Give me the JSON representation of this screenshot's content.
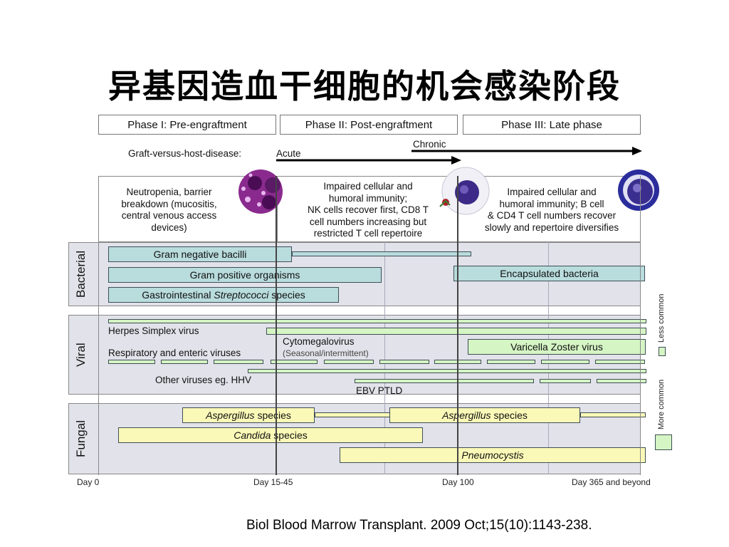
{
  "slide": {
    "title": "异基因造血干细胞的机会感染阶段",
    "citation": "Biol Blood Marrow Transplant. 2009 Oct;15(10):1143-238."
  },
  "figure": {
    "phases": [
      "Phase I: Pre-engraftment",
      "Phase II: Post-engraftment",
      "Phase III: Late phase"
    ],
    "gvhd": {
      "label": "Graft-versus-host-disease:",
      "acute": "Acute",
      "chronic": "Chronic"
    },
    "phase_descriptions": [
      [
        "Neutropenia, barrier",
        "breakdown (mucositis,",
        "central venous access",
        "devices)"
      ],
      [
        "Impaired cellular and",
        "humoral immunity;",
        "NK cells recover first, CD8 T",
        "cell numbers increasing but",
        "restricted T cell repertoire"
      ],
      [
        "Impaired cellular and",
        "humoral immunity; B cell",
        "& CD4 T cell numbers recover",
        "slowly and repertoire diversifies"
      ]
    ],
    "groups": {
      "bacterial": "Bacterial",
      "viral": "Viral",
      "fungal": "Fungal"
    },
    "bacterial": {
      "gram_negative": "Gram negative bacilli",
      "gram_positive": "Gram positive organisms",
      "gi_strep_prefix": "Gastrointestinal ",
      "gi_strep_italic": "Streptococci",
      "gi_strep_suffix": " species",
      "encapsulated": "Encapsulated bacteria"
    },
    "viral": {
      "hsv": "Herpes Simplex virus",
      "cmv": "Cytomegalovirus",
      "cmv_note": "(Seasonal/intermittent)",
      "resp": "Respiratory and enteric viruses",
      "vzv": "Varicella Zoster virus",
      "other": "Other viruses eg. HHV",
      "ebv": "EBV PTLD"
    },
    "fungal": {
      "aspergillus_italic": "Aspergillus",
      "aspergillus_suffix": " species",
      "candida_italic": "Candida",
      "candida_suffix": " species",
      "pneumocystis": "Pneumocystis"
    },
    "days": [
      "Day 0",
      "Day 15-45",
      "Day 100",
      "Day 365 and beyond"
    ],
    "legend": {
      "less": "Less common",
      "more": "More common"
    },
    "colors": {
      "bacterial": "#b9dcdd",
      "viral": "#d5f5c4",
      "fungal": "#fbf9b7",
      "region_bg": "#e2e2ea"
    }
  }
}
